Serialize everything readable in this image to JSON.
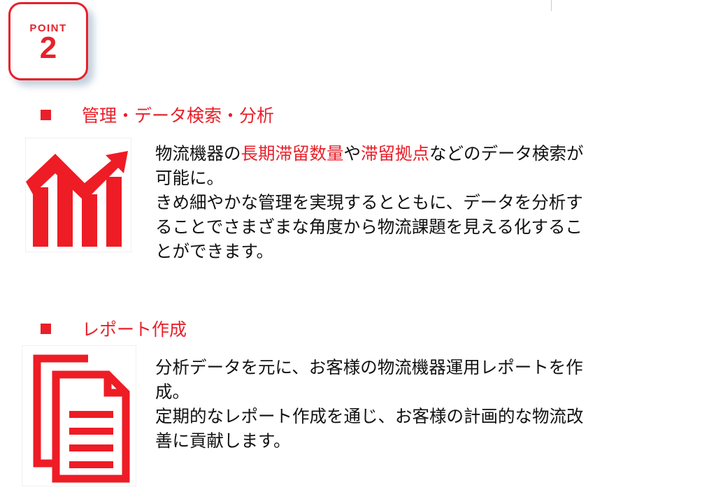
{
  "badge": {
    "label": "POINT",
    "number": "2"
  },
  "sections": [
    {
      "heading": "管理・データ検索・分析",
      "icon": "chart-growth-icon",
      "lines": [
        [
          {
            "t": "物流機器の"
          },
          {
            "t": "長期滞留数量",
            "hl": true
          },
          {
            "t": "や"
          },
          {
            "t": "滞留拠点",
            "hl": true
          },
          {
            "t": "などのデータ検索が"
          }
        ],
        [
          {
            "t": "可能に。"
          }
        ],
        [
          {
            "t": "きめ細やかな管理を実現するとともに、データを分析す"
          }
        ],
        [
          {
            "t": "ることでさまざまな角度から物流課題を見える化するこ"
          }
        ],
        [
          {
            "t": "とができます。"
          }
        ]
      ]
    },
    {
      "heading": "レポート作成",
      "icon": "document-copy-icon",
      "lines": [
        [
          {
            "t": "分析データを元に、お客様の物流機器運用レポートを作"
          }
        ],
        [
          {
            "t": "成。"
          }
        ],
        [
          {
            "t": "定期的なレポート作成を通じ、お客様の計画的な物流改"
          }
        ],
        [
          {
            "t": "善に貢献します。"
          }
        ]
      ]
    }
  ],
  "colors": {
    "accent": "#e8202a"
  }
}
